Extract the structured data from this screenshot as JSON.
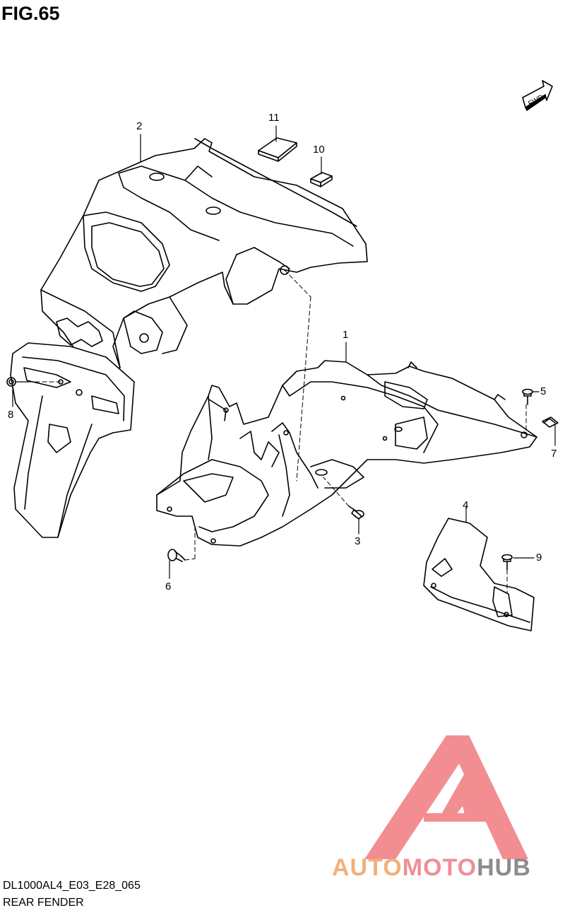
{
  "figure": {
    "title": "FIG.65",
    "code": "DL1000AL4_E03_E28_065",
    "name": "REAR FENDER"
  },
  "fwd_arrow": {
    "label": "FWD"
  },
  "callouts": {
    "c1": "1",
    "c2": "2",
    "c3": "3",
    "c4": "4",
    "c5": "5",
    "c6": "6",
    "c7": "7",
    "c8": "8",
    "c9": "9",
    "c10": "10",
    "c11": "11"
  },
  "watermark": {
    "part1": "AUTO",
    "part2": "MOTO",
    "part3": "HUB",
    "colors": {
      "triangle": "#f07a80",
      "auto": "#f2b07a",
      "moto": "#ef8f95",
      "hub": "#8c8c8c"
    }
  }
}
